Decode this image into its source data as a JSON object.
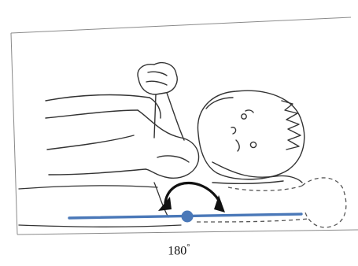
{
  "figure": {
    "caption_value": "180",
    "caption_unit": "°",
    "angle_degrees": 180,
    "colors": {
      "axis_line": "#4a78b8",
      "pivot": "#4a78b8",
      "arc_arrow": "#111111",
      "sketch": "#333333"
    },
    "icons": [
      "infant-sketch",
      "examiner-hand-sketch",
      "rotation-arc-arrow",
      "pivot-dot"
    ]
  }
}
